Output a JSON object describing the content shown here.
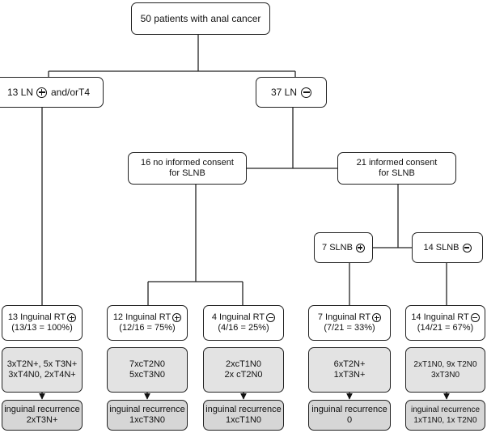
{
  "root": {
    "text": "50 patients with anal cancer"
  },
  "left_branch": {
    "count": "13 LN",
    "suffix": "and/orT4",
    "symbol": "plus"
  },
  "right_branch": {
    "count": "37 LN",
    "symbol": "minus"
  },
  "no_consent": {
    "line1": "16  no informed consent",
    "line2": "for SLNB"
  },
  "consent": {
    "line1": "21 informed consent",
    "line2": "for SLNB"
  },
  "slnb_pos": {
    "label": "7 SLNB",
    "symbol": "plus"
  },
  "slnb_neg": {
    "label": "14 SLNB",
    "symbol": "minus"
  },
  "rt_boxes": [
    {
      "label": "13 Inguinal RT",
      "symbol": "plus",
      "stat": "(13/13 = 100%)"
    },
    {
      "label": "12 Inguinal RT",
      "symbol": "plus",
      "stat": "(12/16 = 75%)"
    },
    {
      "label": "4 Inguinal RT",
      "symbol": "minus",
      "stat": "(4/16 = 25%)"
    },
    {
      "label": "7 Inguinal RT",
      "symbol": "plus",
      "stat": "(7/21 = 33%)"
    },
    {
      "label": "14 Inguinal RT",
      "symbol": "minus",
      "stat": "(14/21 = 67%)"
    }
  ],
  "stage_boxes": [
    {
      "line1": "3xT2N+, 5x T3N+",
      "line2": "3xT4N0, 2xT4N+"
    },
    {
      "line1": "7xcT2N0",
      "line2": "5xcT3N0"
    },
    {
      "line1": "2xcT1N0",
      "line2": "2x cT2N0"
    },
    {
      "line1": "6xT2N+",
      "line2": "1xT3N+"
    },
    {
      "line1": "2xT1N0, 9x T2N0",
      "line2": "3xT3N0"
    }
  ],
  "recurrence_title": "inguinal recurrence",
  "recurrence_values": [
    "2xT3N+",
    "1xcT3N0",
    "1xcT1N0",
    "0",
    "1xT1N0, 1x T2N0"
  ],
  "colors": {
    "grey_box": "#e3e3e3",
    "line": "#222222"
  }
}
